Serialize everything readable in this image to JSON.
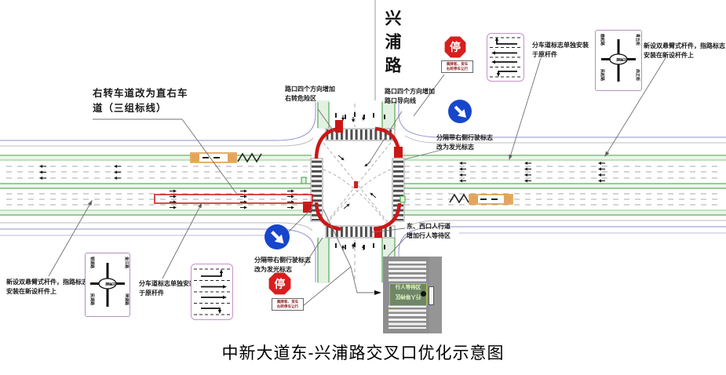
{
  "title": "中新大道东-兴浦路交叉口优化示意图",
  "vertical_road_name": "兴浦路",
  "labels": {
    "right_turn_lane": "右转车道改为直右车\n道（三组标线）",
    "danger_zone": "路口四个方向增加\n右转危险区",
    "guide_line": "路口四个方向增加\n路口导向线",
    "median_sign_top": "分隔带右侧行驶标志\n改为发光标志",
    "median_sign_bottom": "分隔带右侧行驶标志\n改为发光标志",
    "lane_sign_top": "分车道标志单独安装\n于原杆件",
    "lane_sign_bottom": "分车道标志单独安装\n于原杆件",
    "new_pole_top": "新设双悬臂式杆件，指路标志\n安装在新设杆件上",
    "new_pole_bottom": "新设双悬臂式杆件，指路标志\n安装在新设杆件上",
    "pedestrian_wait_area": "东、西口人行道\n增加行人等待区"
  },
  "signs": {
    "stop_glyph": "停",
    "stop_plate": "黄牌客、货车\n右转停车让行",
    "waiting_area_line1": "行人等待区",
    "waiting_area_line2": "行人等待区",
    "guide_sign_top": {
      "road1": "青丘街",
      "road2": "尚正街",
      "road3": "鹿起路",
      "road4": "民起路",
      "center": "兴浦路"
    },
    "guide_sign_bottom": {
      "road1": "金江路",
      "road2": "萍湖路",
      "road3": "银湖路",
      "road4": "民湖路",
      "center": "兴浦路"
    }
  },
  "colors": {
    "stop_red": "#d81e1e",
    "sign_blue": "#1746cc",
    "marking_green": "#3f9e3f",
    "edge_blue": "#8f8fd0",
    "highlight_red": "#d02020",
    "deceleration_orange": "#d8902f",
    "sign_border_pink": "#c98fc9"
  }
}
